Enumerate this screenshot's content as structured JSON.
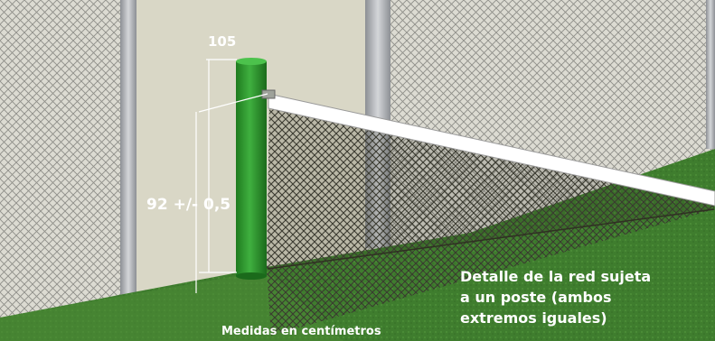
{
  "measurements": {
    "post_height": "105",
    "net_height": "92 +/- 0,5"
  },
  "caption": {
    "lines": [
      "Detalle de la red sujeta",
      "a un poste (ambos",
      "extremos iguales)"
    ]
  },
  "units_note": "Medidas en centímetros",
  "colors": {
    "post": "#2f9e2f",
    "grass": "#3f7d2e",
    "wall": "#d9d7c6",
    "net_tape": "#ffffff",
    "fence_pole": "#a9acb0"
  }
}
